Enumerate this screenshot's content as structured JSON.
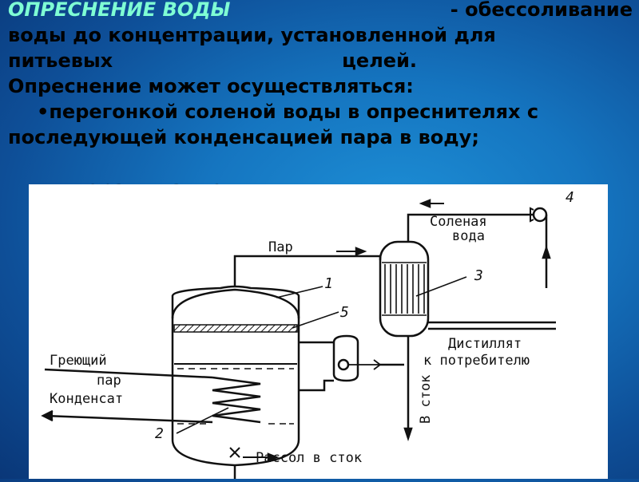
{
  "heading": {
    "term": "ОПРЕСНЕНИЕ ВОДЫ",
    "definition_line1": "- обессоливание",
    "definition_line2": "воды до концентрации, установленной для",
    "definition_line3_a": "питьевых",
    "definition_line3_b": "целей."
  },
  "body": {
    "intro": "Опреснение может осуществляться:",
    "bullet1_line1": "•перегонкой соленой воды в опреснителях с",
    "bullet1_line2": "последующей конденсацией пара в воду;",
    "bullet2_partial": "•вымораживанием и т.д."
  },
  "diagram": {
    "labels": {
      "steam": "Пар",
      "salt_water_1": "Соленая",
      "salt_water_2": "вода",
      "heating_steam_1": "Греющий",
      "heating_steam_2": "пар",
      "condensate": "Конденсат",
      "distillate_1": "Дистиллят",
      "distillate_2": "к потребителю",
      "brine": "Рассол в сток",
      "to_drain": "В сток"
    },
    "numbers": {
      "n1": "1",
      "n2": "2",
      "n3": "3",
      "n4": "4",
      "n5": "5"
    }
  }
}
